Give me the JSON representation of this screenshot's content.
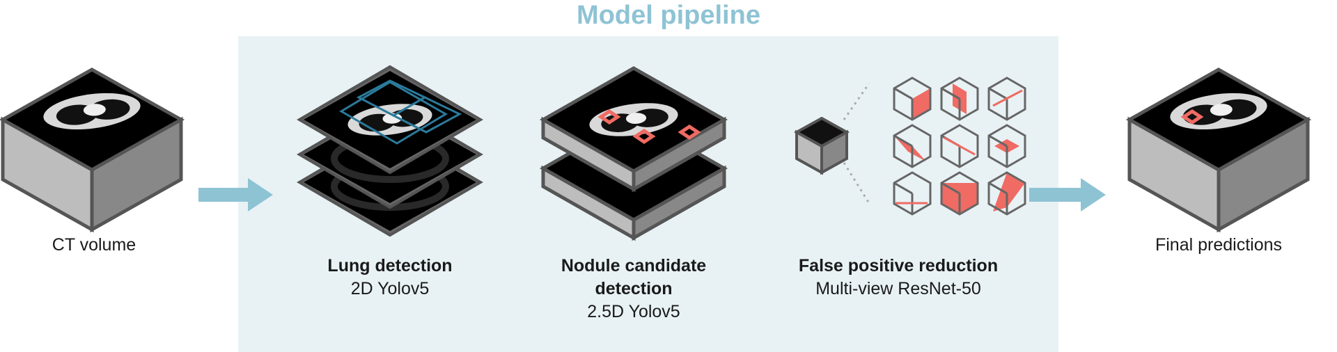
{
  "title": "Model pipeline",
  "colors": {
    "title": "#8ec3d4",
    "panel": "#e8f2f5",
    "arrow": "#8ec3d4",
    "bounding_box": "#2b7a9b",
    "nodule_marker": "#ef6b63",
    "box_top": "#555555",
    "box_side": "#888888",
    "box_front": "#bdbdbd"
  },
  "input": {
    "label": "CT volume"
  },
  "stages": [
    {
      "title": "Lung detection",
      "method": "2D Yolov5"
    },
    {
      "title": "Nodule candidate detection",
      "title_lines": [
        "Nodule candidate",
        "detection"
      ],
      "method": "2.5D Yolov5"
    },
    {
      "title": "False positive reduction",
      "method": "Multi-view ResNet-50"
    }
  ],
  "output": {
    "label": "Final predictions"
  },
  "views_grid": {
    "rows": 3,
    "cols": 3
  }
}
